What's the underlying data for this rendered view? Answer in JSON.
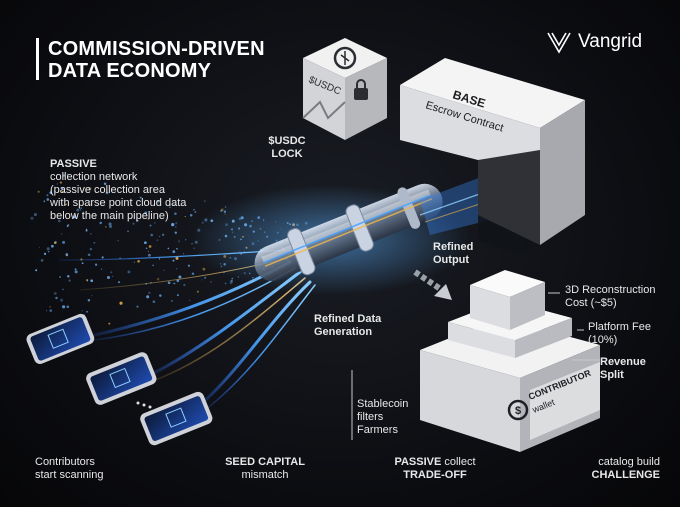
{
  "brand": {
    "name": "Vangrid"
  },
  "title": {
    "line1": "COMMISSION-DRIVEN",
    "line2": "DATA ECONOMY"
  },
  "usdc_cube": {
    "label": "$USDC"
  },
  "usdc_lock": {
    "line1": "$USDC",
    "line2": "LOCK"
  },
  "base_box": {
    "title": "BASE",
    "subtitle": "Escrow Contract"
  },
  "passive": {
    "heading": "PASSIVE",
    "line1": "collection network",
    "line2": "(passive collection area",
    "line3": "with sparse point cloud data",
    "line4": "below the main pipeline)"
  },
  "refined_output": {
    "line1": "Refined",
    "line2": "Output"
  },
  "refined_generation": {
    "line1": "Refined Data",
    "line2": "Generation"
  },
  "pyramid": {
    "top_line1": "3D Reconstruction",
    "top_line2": "Cost (~$5)",
    "mid_line1": "Platform Fee",
    "mid_line2": "(10%)",
    "revenue_line1": "Revenue",
    "revenue_line2": "Split",
    "contributor": "CONTRIBUTOR",
    "wallet": "wallet"
  },
  "stablecoin": {
    "line1": "Stablecoin",
    "line2": "filters",
    "line3": "Farmers"
  },
  "bottom": {
    "contributors_line1": "Contributors",
    "contributors_line2": "start scanning",
    "seed_line1": "SEED CAPITAL",
    "seed_line2": "mismatch",
    "passive_line1a": "PASSIVE",
    "passive_line1b": "collect",
    "passive_line2": "TRADE-OFF",
    "catalog_line1": "catalog build",
    "catalog_line2": "CHALLENGE"
  },
  "colors": {
    "accent_blue": "#3a8cff",
    "accent_gold": "#f2b84b",
    "box_gray": "#d9dadc",
    "background": "#0b0c10"
  }
}
